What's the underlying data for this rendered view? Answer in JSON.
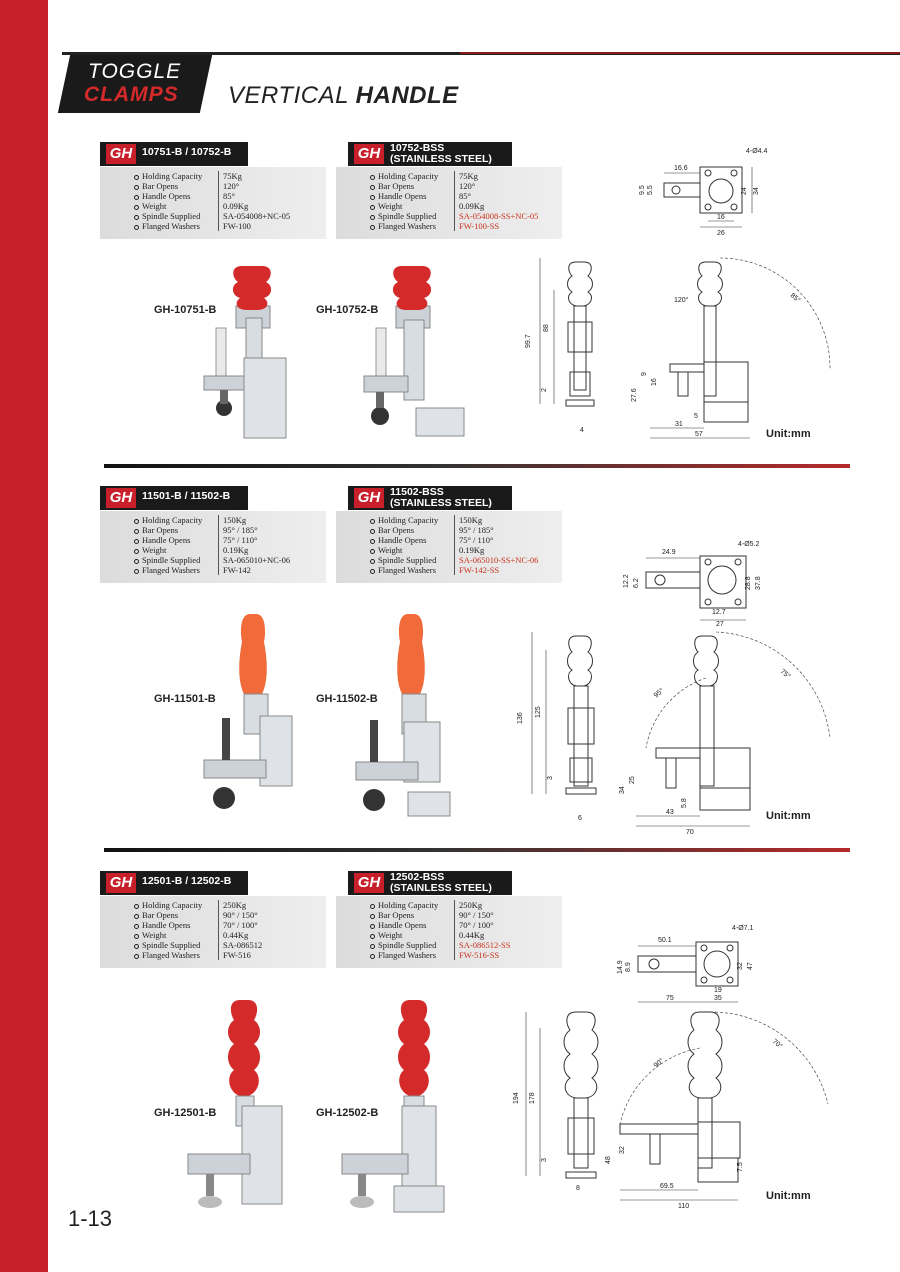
{
  "header": {
    "brand_line1": "TOGGLE",
    "brand_line2": "CLAMPS",
    "subtitle_light": "VERTICAL ",
    "subtitle_bold": "HANDLE"
  },
  "page_number": "1-13",
  "unit_label": "Unit:mm",
  "spec_labels": [
    "Holding Capacity",
    "Bar Opens",
    "Handle Opens",
    "Weight",
    "Spindle Supplied",
    "Flanged Washers"
  ],
  "sections": [
    {
      "left": {
        "tag": "10751-B / 10752-B",
        "values": [
          "75Kg",
          "120°",
          "85°",
          "0.09Kg",
          "SA-054008+NC-05",
          "FW-100"
        ]
      },
      "right": {
        "tag_line1": "10752-BSS",
        "tag_line2": "(STAINLESS STEEL)",
        "values": [
          "75Kg",
          "120°",
          "85°",
          "0.09Kg",
          "SA-054008-SS+NC-05",
          "FW-100-SS"
        ]
      },
      "models": [
        "GH-10751-B",
        "GH-10752-B"
      ],
      "dims_top": [
        "4-Ø4.4",
        "16.6",
        "9.5",
        "5.5",
        "24",
        "34",
        "16",
        "26"
      ],
      "dims_side": [
        "99.7",
        "88",
        "2",
        "4",
        "120°",
        "85°",
        "9",
        "16",
        "27.6",
        "5",
        "31",
        "57"
      ]
    },
    {
      "left": {
        "tag": "11501-B / 11502-B",
        "values": [
          "150Kg",
          "95° / 185°",
          "75° / 110°",
          "0.19Kg",
          "SA-065010+NC-06",
          "FW-142"
        ]
      },
      "right": {
        "tag_line1": "11502-BSS",
        "tag_line2": "(STAINLESS STEEL)",
        "values": [
          "150Kg",
          "95° / 185°",
          "75° / 110°",
          "0.19Kg",
          "SA-065010-SS+NC-06",
          "FW-142-SS"
        ]
      },
      "models": [
        "GH-11501-B",
        "GH-11502-B"
      ],
      "dims_top": [
        "4-Ø5.2",
        "24.9",
        "12.2",
        "6.2",
        "28.8",
        "37.8",
        "12.7",
        "27"
      ],
      "dims_side": [
        "136",
        "125",
        "3",
        "6",
        "95°",
        "75°",
        "25",
        "34",
        "5.8",
        "43",
        "70"
      ]
    },
    {
      "left": {
        "tag": "12501-B / 12502-B",
        "values": [
          "250Kg",
          "90° / 150°",
          "70° / 100°",
          "0.44Kg",
          "SA-086512",
          "FW-516"
        ]
      },
      "right": {
        "tag_line1": "12502-BSS",
        "tag_line2": "(STAINLESS STEEL)",
        "values": [
          "250Kg",
          "90° / 150°",
          "70° / 100°",
          "0.44Kg",
          "SA-086512-SS",
          "FW-516-SS"
        ]
      },
      "models": [
        "GH-12501-B",
        "GH-12502-B"
      ],
      "dims_top": [
        "4-Ø7.1",
        "50.1",
        "14.9",
        "8.9",
        "32",
        "47",
        "19",
        "75",
        "35"
      ],
      "dims_side": [
        "194",
        "178",
        "3",
        "8",
        "90°",
        "70°",
        "32",
        "48",
        "7.5",
        "69.5",
        "110"
      ]
    }
  ]
}
